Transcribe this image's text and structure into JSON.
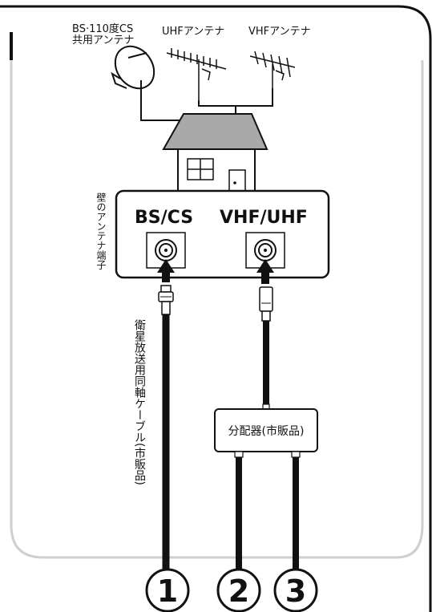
{
  "antennas": {
    "bs_cs_line1": "BS·110度CS",
    "bs_cs_line2": "共用アンテナ",
    "uhf": "UHFアンテナ",
    "vhf": "VHFアンテナ"
  },
  "wall_terminal": {
    "label": "壁のアンテナ端子",
    "bs_cs": "BS/CS",
    "vhf_uhf": "VHF/UHF"
  },
  "cable_label": "衛星放送用同軸ケーブル(市販品)",
  "splitter_label": "分配器(市販品)",
  "outputs": [
    "1",
    "2",
    "3"
  ],
  "colors": {
    "line": "#111111",
    "panel_border": "#cfcfcf",
    "roof": "#a9a9a9"
  }
}
